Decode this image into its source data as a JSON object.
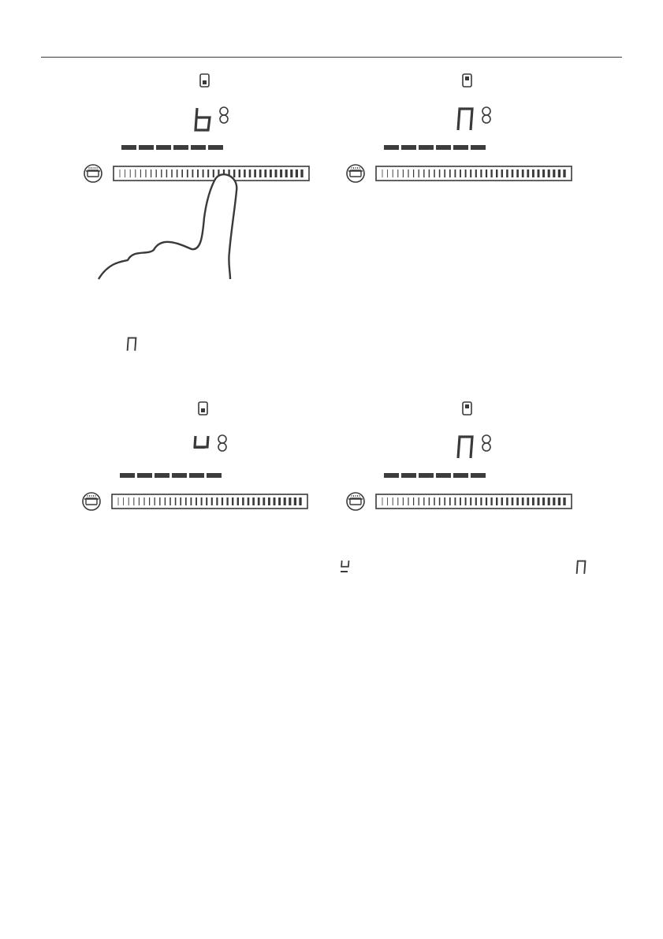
{
  "colors": {
    "ink": "#3a3a3a",
    "segment_dark": "#3d3d3d",
    "paper": "#ffffff"
  },
  "panels": [
    {
      "id": "panel-top-left",
      "indicator": "bottom-filled",
      "display": "b",
      "extra_underscore": false,
      "bars": 6,
      "show_finger": true
    },
    {
      "id": "panel-top-right",
      "indicator": "top-filled",
      "display": "n",
      "extra_underscore": false,
      "bars": 6,
      "show_finger": false
    },
    {
      "id": "panel-bottom-left",
      "indicator": "bottom-filled",
      "display": "u",
      "extra_underscore": true,
      "bars": 6,
      "show_finger": false
    },
    {
      "id": "panel-bottom-right",
      "indicator": "top-filled",
      "display": "n",
      "extra_underscore": false,
      "bars": 6,
      "show_finger": false
    }
  ],
  "inline_symbols": [
    {
      "id": "inline-symbol-1",
      "symbol": "n"
    },
    {
      "id": "inline-symbol-2",
      "symbol": "u"
    },
    {
      "id": "inline-symbol-3",
      "symbol": "n"
    }
  ],
  "icons": {
    "pot": "pot-icon",
    "indicator": "zone-indicator-icon",
    "dual_circle": "dual-ring-icon",
    "finger": "finger-touch-icon"
  }
}
